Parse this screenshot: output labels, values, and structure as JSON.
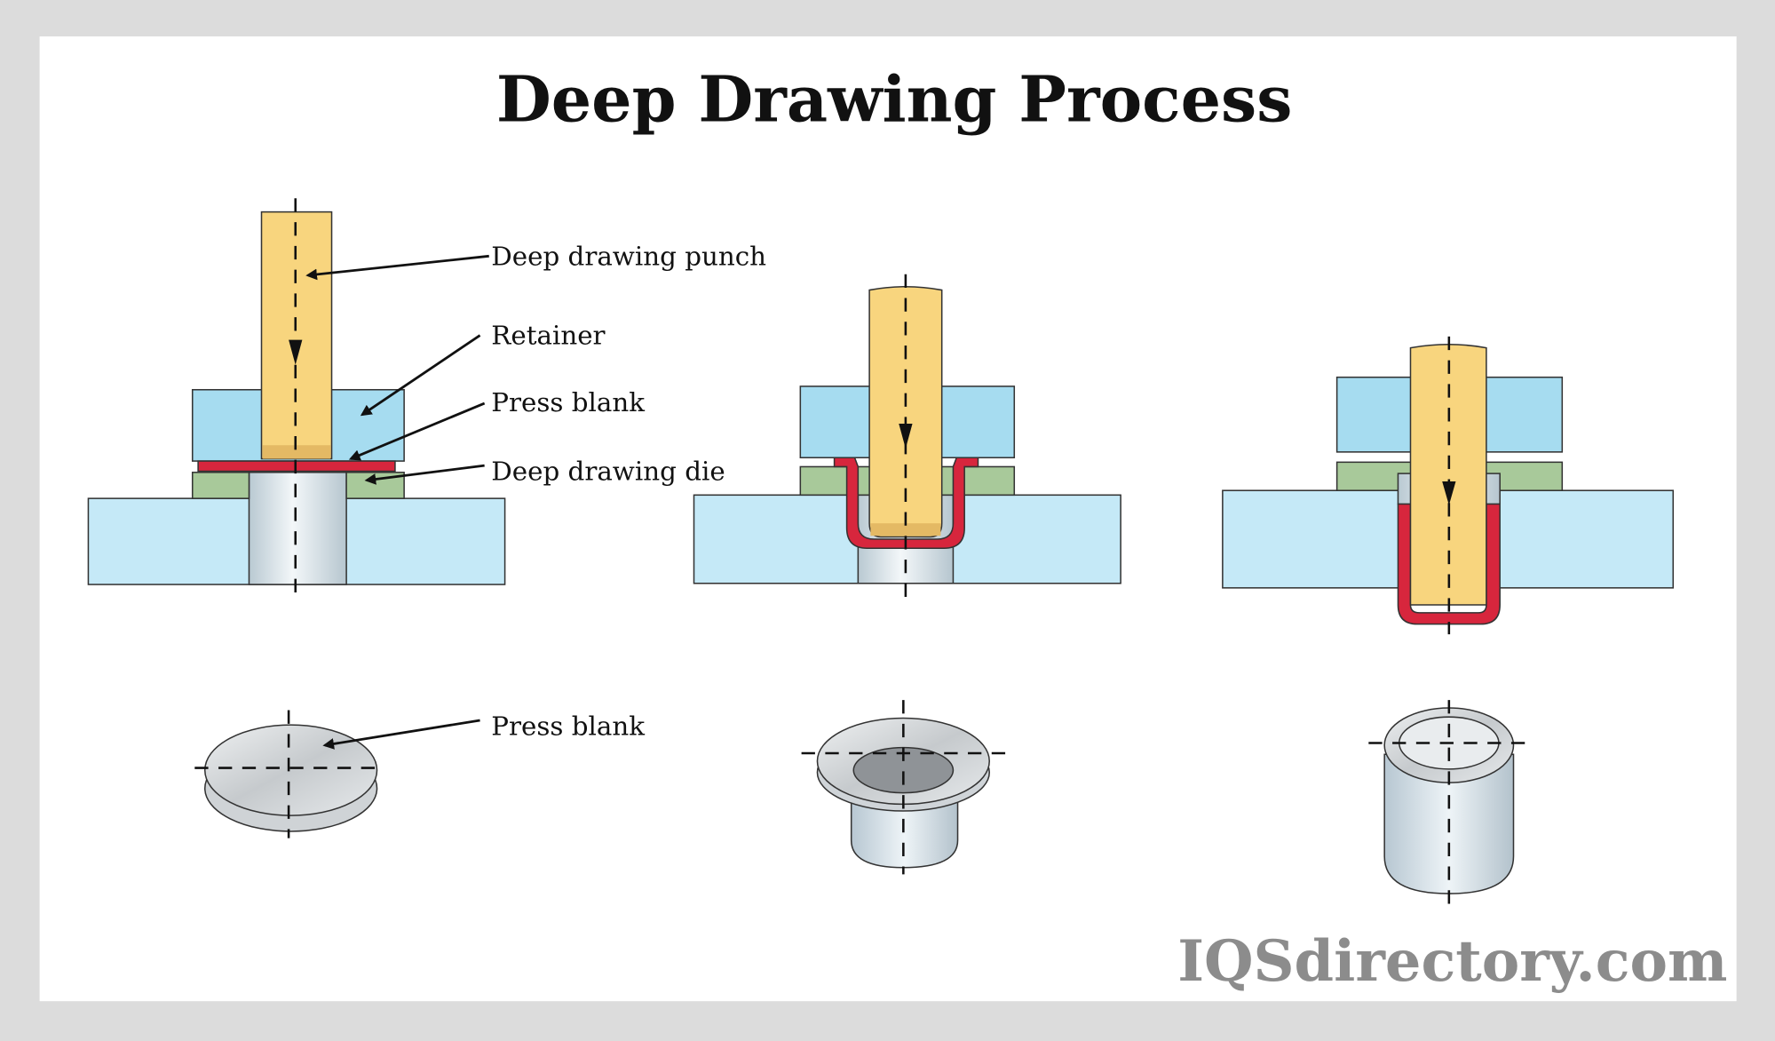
{
  "title": "Deep Drawing Process",
  "labels": {
    "punch": "Deep drawing punch",
    "retainer": "Retainer",
    "press_blank": "Press blank",
    "die": "Deep drawing die",
    "press_blank_part": "Press blank"
  },
  "watermark": "IQSdirectory.com",
  "colors": {
    "punch": "#f8d57e",
    "retainer": "#a6dcf0",
    "blank": "#d7263d",
    "die": "#a8c99a",
    "base": "#c5e9f7"
  }
}
